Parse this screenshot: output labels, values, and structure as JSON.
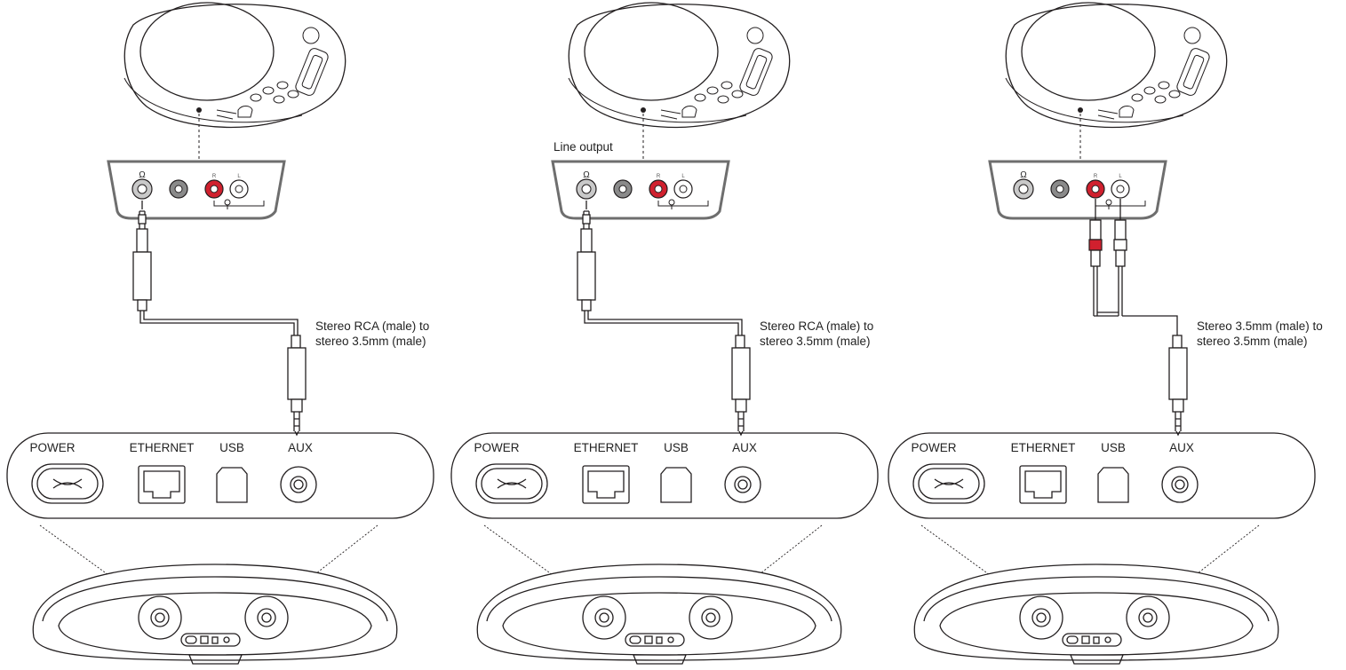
{
  "panels": [
    {
      "cable_note_line1": "Stereo RCA (male) to",
      "cable_note_line2": "stereo 3.5mm (male)",
      "device_label": "",
      "plug": "3.5mm"
    },
    {
      "cable_note_line1": "Stereo RCA (male) to",
      "cable_note_line2": "stereo 3.5mm (male)",
      "device_label": "Line output",
      "plug": "3.5mm"
    },
    {
      "cable_note_line1": "Stereo 3.5mm (male) to",
      "cable_note_line2": "stereo 3.5mm (male)",
      "device_label": "",
      "plug": "rca"
    }
  ],
  "port_labels": {
    "power": "POWER",
    "ethernet": "ETHERNET",
    "usb": "USB",
    "aux": "AUX"
  },
  "jack_labels": {
    "right": "R",
    "left": "L"
  },
  "colors": {
    "line": "#231f20",
    "rca_red": "#d0202e",
    "jack_grey": "#8a8a8a",
    "panel_grey": "#6e6e6e"
  },
  "icons": {
    "headphone": "headphone-icon",
    "power_inlet": "power-inlet-icon",
    "ethernet": "ethernet-port-icon",
    "usb": "usb-b-port-icon",
    "aux": "aux-jack-icon"
  }
}
